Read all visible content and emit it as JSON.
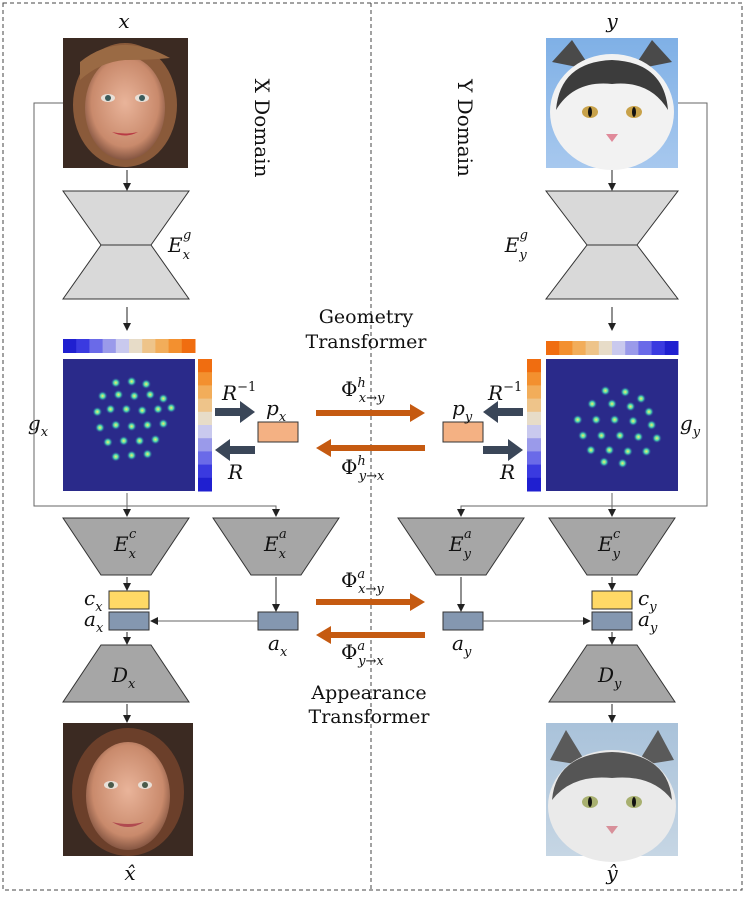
{
  "colors": {
    "frame": "#444444",
    "encoder_light": "#d9d9d9",
    "encoder_dark": "#a6a6a6",
    "heatmap_bg": "#2a2a8a",
    "arrow_dark": "#3a4658",
    "arrow_orange": "#c55a11",
    "box_orange": "#f4b183",
    "box_yellow": "#ffd966",
    "box_blue": "#8497b0",
    "colorbar": [
      "#1f1fd0",
      "#3a3ae0",
      "#6a6ae8",
      "#9a9aea",
      "#c9c9ee",
      "#e7dcc8",
      "#eec48a",
      "#f2ad5a",
      "#f3902f",
      "#f06d10"
    ]
  },
  "domains": {
    "x_label": "X Domain",
    "y_label": "Y Domain"
  },
  "inputs": {
    "x": "x",
    "y": "y",
    "x_hat": "x̂",
    "y_hat": "ŷ"
  },
  "images": {
    "x_input": "woman-face",
    "y_input": "cat-face",
    "x_output": "woman-face",
    "y_output": "cat-face"
  },
  "geometry": {
    "title_line1": "Geometry",
    "title_line2": "Transformer",
    "encoder_x": {
      "base": "E",
      "sub": "x",
      "sup": "g"
    },
    "encoder_y": {
      "base": "E",
      "sub": "y",
      "sup": "g"
    },
    "heatmap_x": {
      "base": "g",
      "sub": "x"
    },
    "heatmap_y": {
      "base": "g",
      "sub": "y"
    },
    "R_inv": {
      "base": "R",
      "sup": "−1"
    },
    "R": "R",
    "p_x": {
      "base": "p",
      "sub": "x"
    },
    "p_y": {
      "base": "p",
      "sub": "y"
    },
    "phi_xy": {
      "base": "Φ",
      "sup": "h",
      "sub": "x→y"
    },
    "phi_yx": {
      "base": "Φ",
      "sup": "h",
      "sub": "y→x"
    }
  },
  "appearance": {
    "title_line1": "Appearance",
    "title_line2": "Transformer",
    "enc_c_x": {
      "base": "E",
      "sub": "x",
      "sup": "c"
    },
    "enc_a_x": {
      "base": "E",
      "sub": "x",
      "sup": "a"
    },
    "enc_a_y": {
      "base": "E",
      "sub": "y",
      "sup": "a"
    },
    "enc_c_y": {
      "base": "E",
      "sub": "y",
      "sup": "c"
    },
    "c_x": {
      "base": "c",
      "sub": "x"
    },
    "a_x": {
      "base": "a",
      "sub": "x"
    },
    "c_y": {
      "base": "c",
      "sub": "y"
    },
    "a_y": {
      "base": "a",
      "sub": "y"
    },
    "a_x_mid": {
      "base": "a",
      "sub": "x"
    },
    "a_y_mid": {
      "base": "a",
      "sub": "y"
    },
    "phi_xy": {
      "base": "Φ",
      "sup": "a",
      "sub": "x→y"
    },
    "phi_yx": {
      "base": "Φ",
      "sup": "a",
      "sub": "y→x"
    },
    "dec_x": {
      "base": "D",
      "sub": "x"
    },
    "dec_y": {
      "base": "D",
      "sub": "y"
    }
  },
  "landmarks_x": [
    [
      0.4,
      0.18
    ],
    [
      0.52,
      0.17
    ],
    [
      0.63,
      0.19
    ],
    [
      0.3,
      0.28
    ],
    [
      0.42,
      0.27
    ],
    [
      0.54,
      0.28
    ],
    [
      0.66,
      0.27
    ],
    [
      0.76,
      0.3
    ],
    [
      0.26,
      0.4
    ],
    [
      0.36,
      0.38
    ],
    [
      0.48,
      0.38
    ],
    [
      0.6,
      0.39
    ],
    [
      0.72,
      0.38
    ],
    [
      0.82,
      0.37
    ],
    [
      0.28,
      0.52
    ],
    [
      0.4,
      0.5
    ],
    [
      0.52,
      0.51
    ],
    [
      0.64,
      0.5
    ],
    [
      0.76,
      0.49
    ],
    [
      0.34,
      0.63
    ],
    [
      0.46,
      0.62
    ],
    [
      0.58,
      0.62
    ],
    [
      0.7,
      0.61
    ],
    [
      0.4,
      0.74
    ],
    [
      0.52,
      0.73
    ],
    [
      0.64,
      0.72
    ]
  ],
  "landmarks_y": [
    [
      0.45,
      0.24
    ],
    [
      0.6,
      0.25
    ],
    [
      0.72,
      0.3
    ],
    [
      0.35,
      0.34
    ],
    [
      0.5,
      0.34
    ],
    [
      0.64,
      0.36
    ],
    [
      0.78,
      0.4
    ],
    [
      0.24,
      0.46
    ],
    [
      0.38,
      0.46
    ],
    [
      0.52,
      0.46
    ],
    [
      0.66,
      0.47
    ],
    [
      0.8,
      0.5
    ],
    [
      0.28,
      0.58
    ],
    [
      0.42,
      0.58
    ],
    [
      0.56,
      0.58
    ],
    [
      0.7,
      0.59
    ],
    [
      0.84,
      0.6
    ],
    [
      0.34,
      0.69
    ],
    [
      0.48,
      0.69
    ],
    [
      0.62,
      0.7
    ],
    [
      0.76,
      0.7
    ],
    [
      0.44,
      0.78
    ],
    [
      0.58,
      0.79
    ]
  ]
}
